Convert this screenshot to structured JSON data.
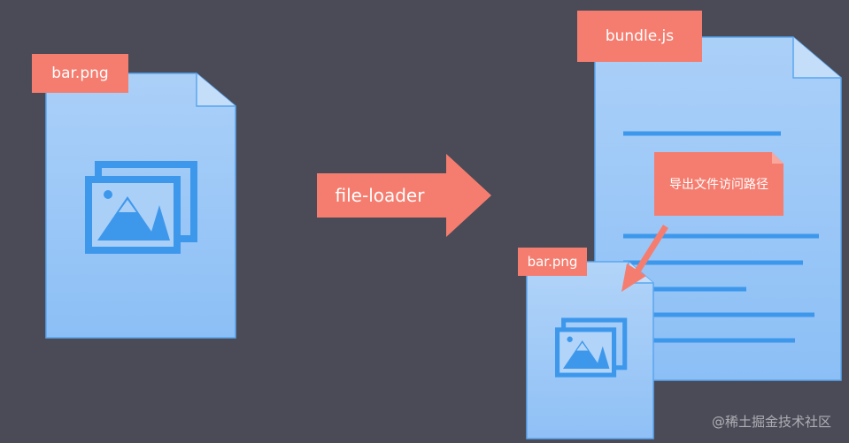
{
  "diagram": {
    "source_file": {
      "label": "bar.png",
      "icon": "image-icon"
    },
    "transform_arrow": {
      "label": "file-loader"
    },
    "bundle_file": {
      "label": "bundle.js"
    },
    "note": {
      "text": "导出文件访问路径"
    },
    "output_file": {
      "label": "bar.png",
      "icon": "image-icon"
    }
  },
  "watermark": "@稀土掘金技术社区",
  "colors": {
    "background": "#4a4b57",
    "file_fill_top": "#a7cdf7",
    "file_fill_bottom": "#8bbef6",
    "file_stroke": "#5aa6f0",
    "icon_blue": "#3d98ec",
    "label_coral": "#f57d6f",
    "text_white": "#ffffff"
  }
}
